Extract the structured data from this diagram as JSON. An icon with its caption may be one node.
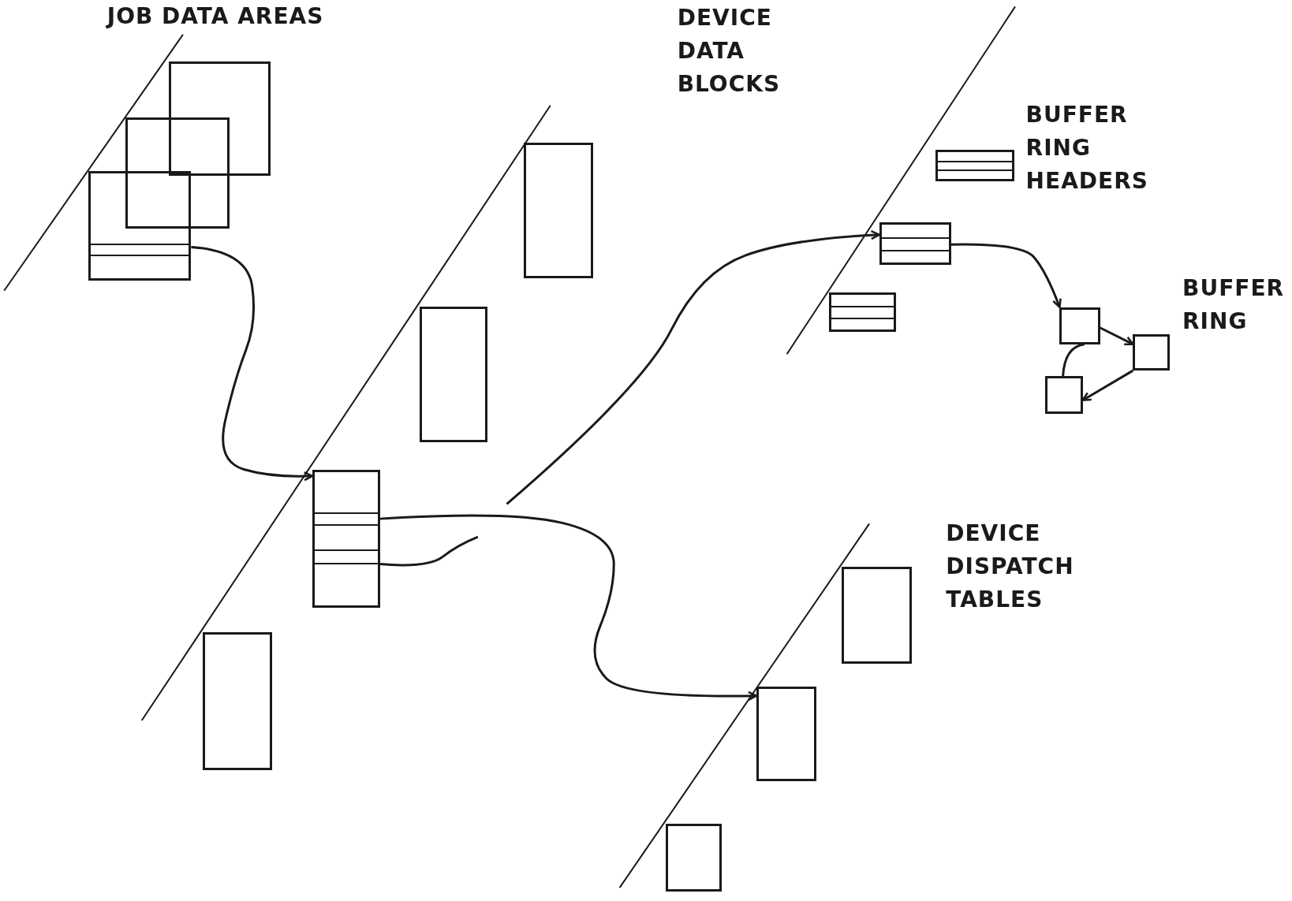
{
  "diagram": {
    "nodes": [
      {
        "text": [],
        "shape": "box"
      },
      {
        "text": [],
        "shape": "box"
      },
      {
        "text": [],
        "shape": "box"
      },
      {
        "text": [],
        "shape": "box"
      },
      {
        "text": [],
        "shape": "box"
      },
      {
        "text": [],
        "shape": "box"
      },
      {
        "text": [],
        "shape": "box"
      },
      {
        "text": [],
        "shape": "box"
      },
      {
        "text": [],
        "shape": "box"
      },
      {
        "text": [],
        "shape": "box"
      },
      {
        "text": [],
        "shape": "box"
      },
      {
        "text": [],
        "shape": "box"
      },
      {
        "text": [],
        "shape": "box"
      },
      {
        "text": [],
        "shape": "box"
      },
      {
        "text": [],
        "shape": "box"
      },
      {
        "text": [],
        "shape": "box"
      }
    ],
    "edges": [
      {
        "from": 2,
        "to": 5,
        "arrow": "to"
      },
      {
        "from": 5,
        "to": 11,
        "arrow": "to"
      },
      {
        "from": 5,
        "to": null,
        "arrow": "none"
      },
      {
        "from": null,
        "to": 8,
        "arrow": "to"
      },
      {
        "from": 8,
        "to": 13,
        "arrow": "to"
      },
      {
        "from": 13,
        "to": 14,
        "arrow": "to"
      },
      {
        "from": 14,
        "to": 15,
        "arrow": "to"
      },
      {
        "from": 15,
        "to": 13,
        "arrow": "none"
      }
    ],
    "labels": [
      "JOB DATA AREAS",
      "DEVICE DATA BLOCKS",
      "BUFFER RING HEADERS",
      "BUFFER RING",
      "DEVICE DISPATCH TABLES"
    ]
  }
}
